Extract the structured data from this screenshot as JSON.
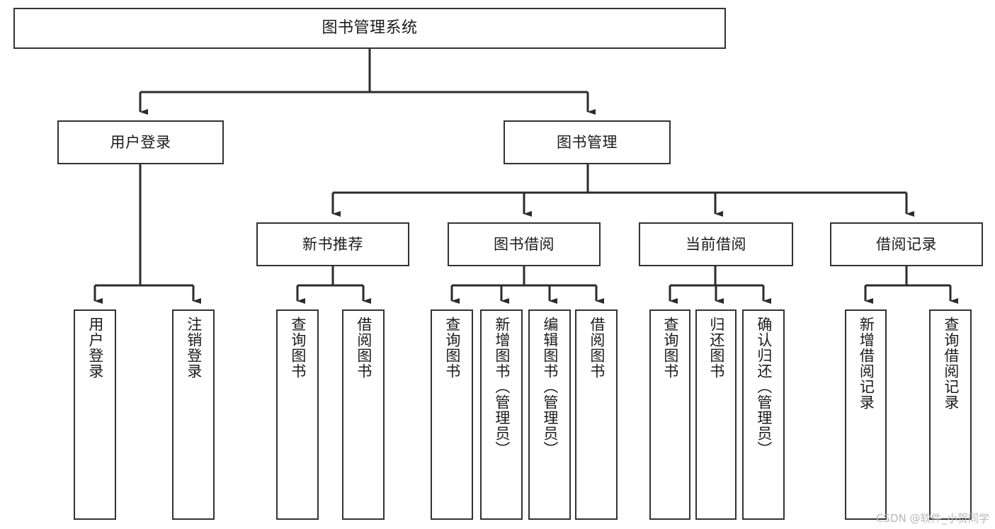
{
  "diagram": {
    "title": "图书管理系统",
    "watermark": "CSDN @软件_小贺同学",
    "colors": {
      "box_border": "#333333",
      "box_fill": "#ffffff",
      "text": "#1b1b1b",
      "edge": "#2b2b2b",
      "watermark": "#b9b9b9",
      "background": "#ffffff"
    },
    "root": {
      "label": "图书管理系统"
    },
    "level2": [
      {
        "label": "用户登录"
      },
      {
        "label": "图书管理"
      }
    ],
    "level3": [
      {
        "label": "新书推荐"
      },
      {
        "label": "图书借阅"
      },
      {
        "label": "当前借阅"
      },
      {
        "label": "借阅记录"
      }
    ],
    "leaves": {
      "user_login": [
        {
          "label": "用户登录"
        },
        {
          "label": "注销登录"
        }
      ],
      "new_book_recommend": [
        {
          "label": "查询图书"
        },
        {
          "label": "借阅图书"
        }
      ],
      "book_borrow": [
        {
          "label": "查询图书"
        },
        {
          "label": "新增图书（管理员）"
        },
        {
          "label": "编辑图书（管理员）"
        },
        {
          "label": "借阅图书"
        }
      ],
      "current_borrow": [
        {
          "label": "查询图书"
        },
        {
          "label": "归还图书"
        },
        {
          "label": "确认归还（管理员）"
        }
      ],
      "borrow_record": [
        {
          "label": "新增借阅记录"
        },
        {
          "label": "查询借阅记录"
        }
      ]
    }
  }
}
